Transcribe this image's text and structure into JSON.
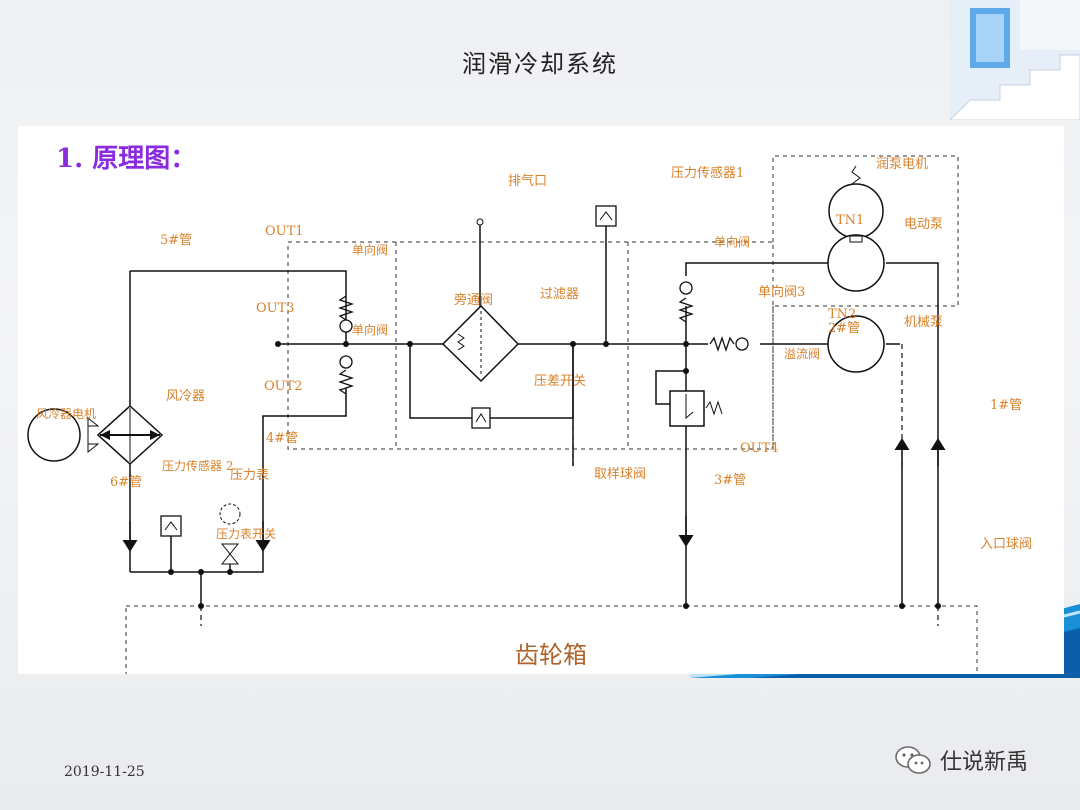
{
  "slide": {
    "title": "润滑冷却系统",
    "date": "2019-11-25",
    "watermark": "仕说新禹"
  },
  "diagram": {
    "heading": "1. 原理图：",
    "colors": {
      "heading": "#8a2be2",
      "label": "#d9822b",
      "line": "#111111",
      "dash": "#333333"
    },
    "labels": {
      "exhaust_port": "排气口",
      "pressure_sensor_1": "压力传感器1",
      "oil_pump_motor": "润泵电机",
      "tn1": "TN1",
      "electric_pump": "电动泵",
      "pipe_5": "5#管",
      "out1": "OUT1",
      "check_valve_a": "单向阀",
      "check_valve_b": "单向阀",
      "check_valve_c": "单向阀",
      "check_valve_3": "单向阀3",
      "bypass_valve": "旁通阀",
      "filter": "过滤器",
      "out3": "OUT3",
      "tn2": "TN2",
      "pipe_2": "2#管",
      "mech_pump": "机械泵",
      "relief_valve": "溢流阀",
      "diff_switch": "压差开关",
      "out2": "OUT2",
      "air_cooler": "风冷器",
      "air_cooler_motor": "风冷器电机",
      "pipe_4": "4#管",
      "pipe_1": "1#管",
      "out4": "OUT4",
      "sampling_valve": "取样球阀",
      "pipe_6": "6#管",
      "pressure_sensor_2": "压力传感器 2",
      "pressure_gauge": "压力表",
      "pipe_3": "3#管",
      "gauge_switch": "压力表开关",
      "inlet_ball_valve": "入口球阀",
      "gearbox": "齿轮箱"
    }
  }
}
